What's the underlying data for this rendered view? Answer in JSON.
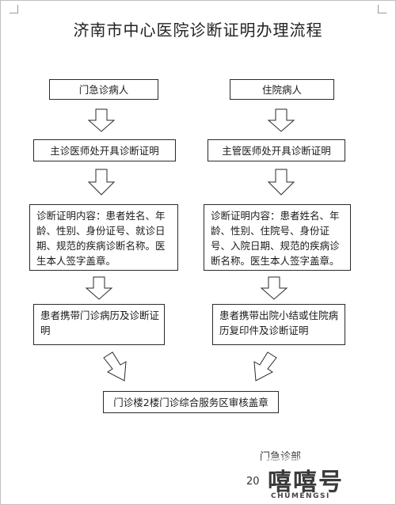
{
  "document": {
    "title": "济南市中心医院诊断证明办理流程"
  },
  "left_column": {
    "header": "门急诊病人",
    "step1": "主诊医师处开具诊断证明",
    "step2": "诊断证明内容：患者姓名、年龄、性别、身份证号、就诊日期、规范的疾病诊断名称。医生本人签字盖章。",
    "step3": "患者携带门诊病历及诊断证明"
  },
  "right_column": {
    "header": "住院病人",
    "step1": "主管医师处开具诊断证明",
    "step2": "诊断证明内容：患者姓名、年龄、性别、住院号、身份证号、入院日期、规范的疾病诊断名称。医生本人签字盖章。",
    "step3": "患者携带出院小结或住院病历复印件及诊断证明"
  },
  "final_step": "门诊楼2楼门诊综合服务区审核盖章",
  "footer": {
    "department": "门急诊部",
    "date_fragment": "20"
  },
  "watermark": {
    "logo": "嘻嘻号",
    "text": "CHUMENGSI"
  }
}
